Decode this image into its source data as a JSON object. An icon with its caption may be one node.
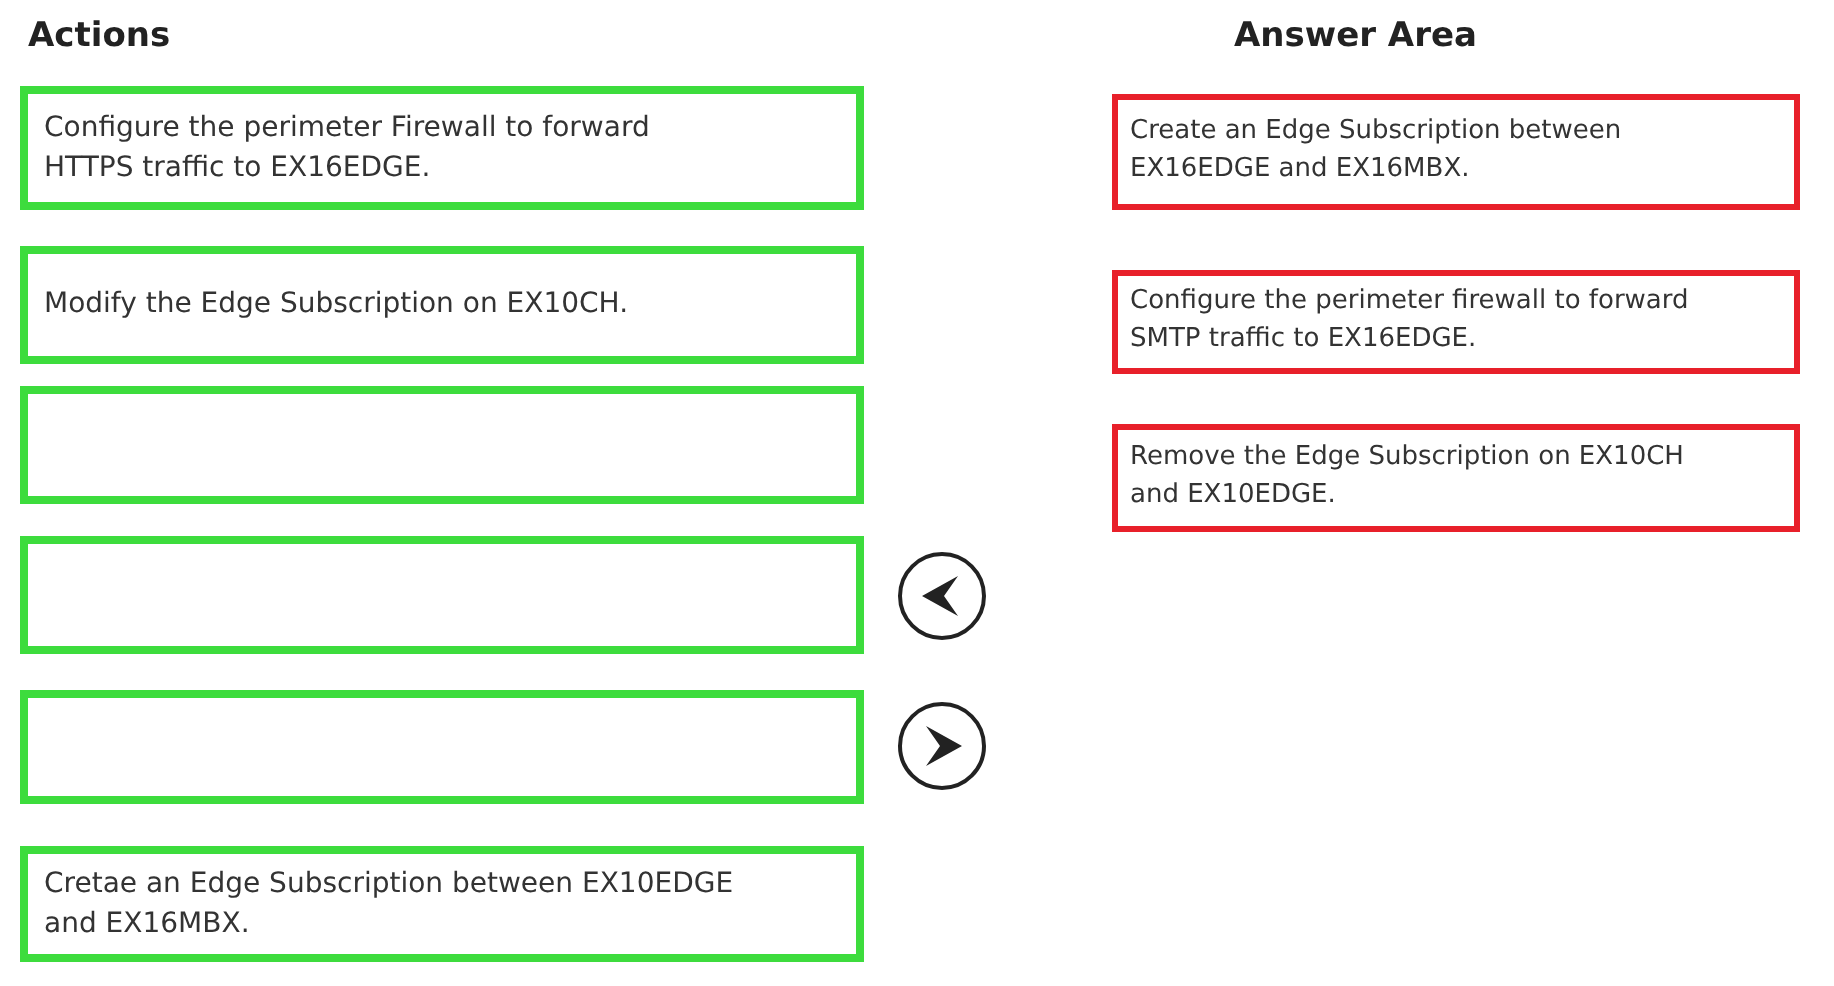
{
  "diagram": {
    "nodes": [
      {
        "text": [
          "Configure the perimeter Firewall to forward HTTPS traffic to EX16EDGE."
        ]
      },
      {
        "text": [
          "Modify the Edge Subscription on EX10CH."
        ]
      },
      {
        "text": [],
        "shape": "box"
      },
      {
        "text": [],
        "shape": "box"
      },
      {
        "text": [],
        "shape": "box"
      },
      {
        "text": [
          "Cretae an Edge Subscription between EX10EDGE and EX16MBX."
        ]
      },
      {
        "text": [
          "Create an Edge Subscription between EX16EDGE and EX16MBX."
        ]
      },
      {
        "text": [
          "Configure the perimeter firewall to forward SMTP traffic to EX16EDGE."
        ]
      },
      {
        "text": [
          "Remove the Edge Subscription on EX10CH and EX10EDGE."
        ]
      }
    ],
    "labels": [
      "Actions",
      "Answer Area"
    ]
  }
}
